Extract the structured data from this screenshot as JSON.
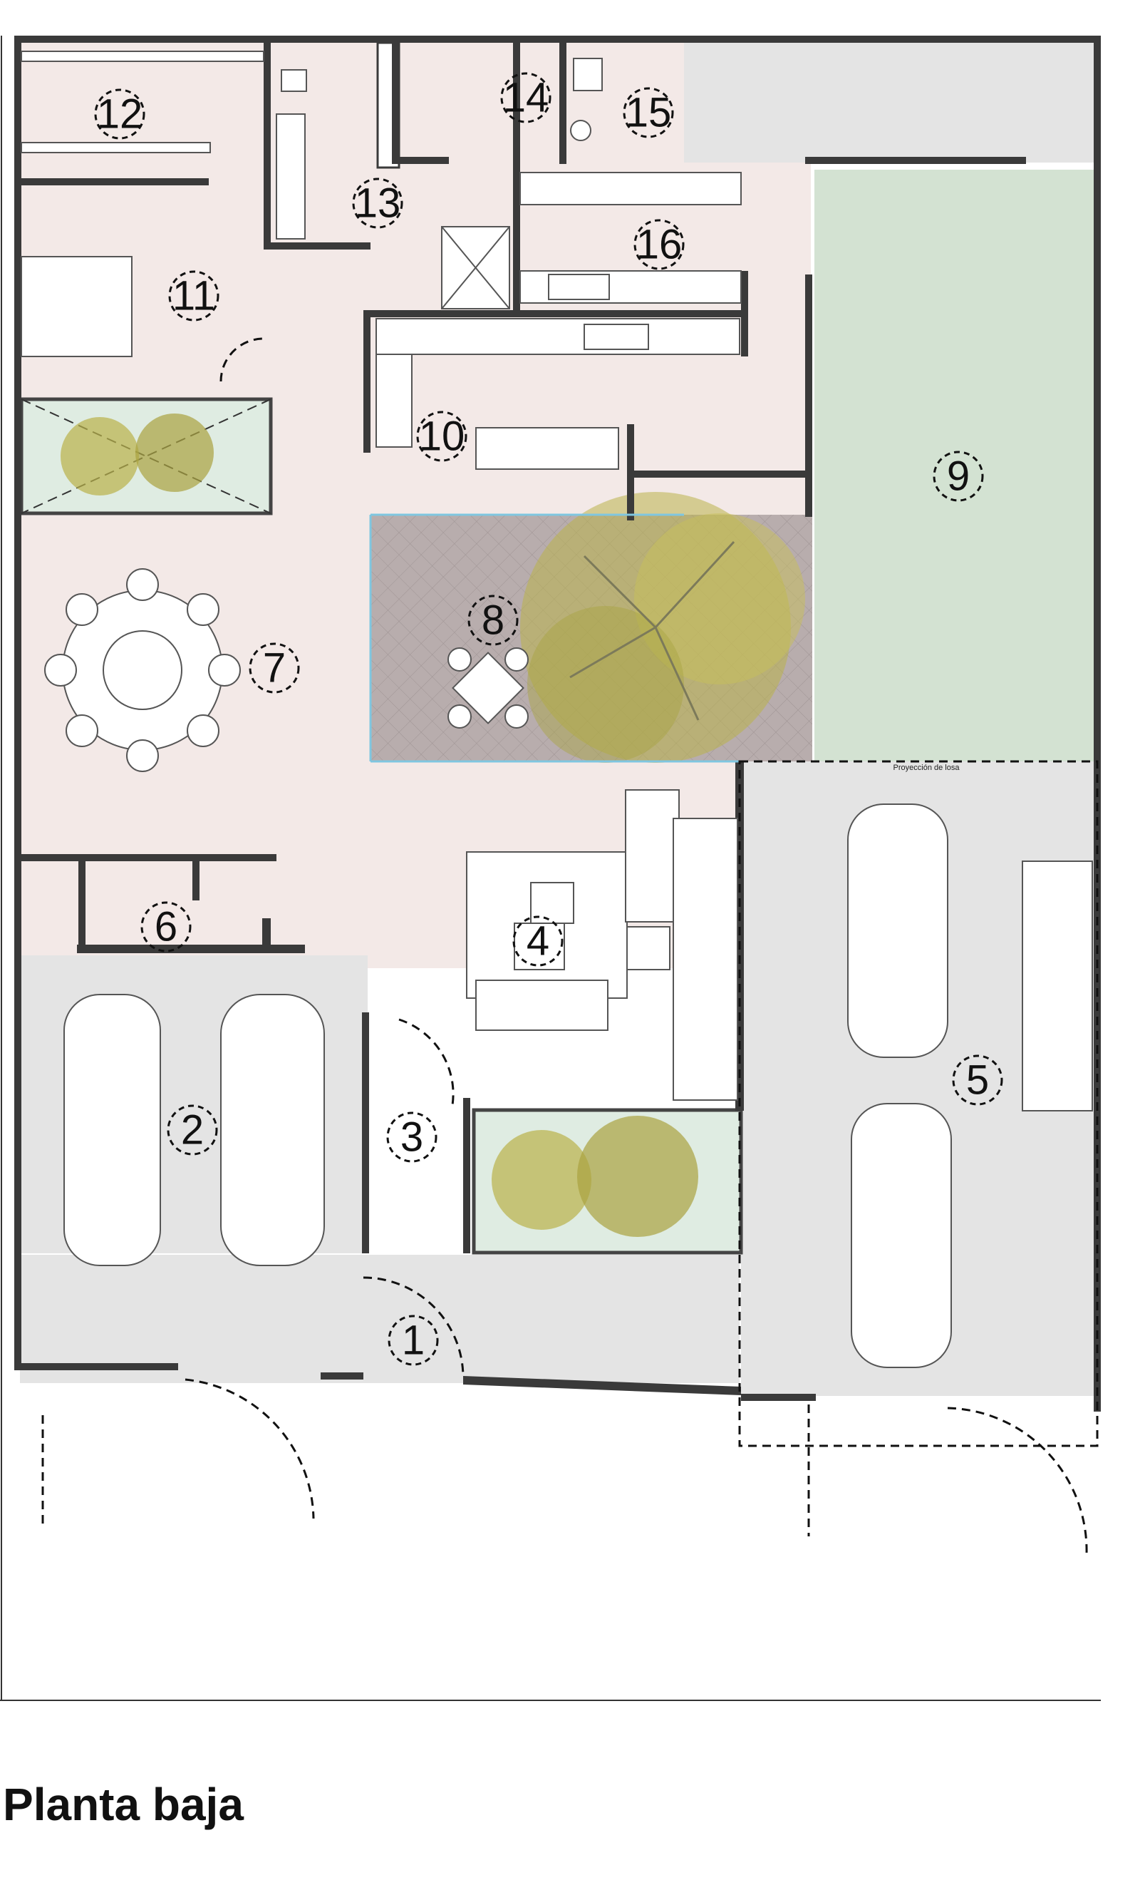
{
  "title": "Planta baja",
  "slab_note": "Proyección de losa",
  "rooms": [
    {
      "id": "1"
    },
    {
      "id": "2"
    },
    {
      "id": "3"
    },
    {
      "id": "4"
    },
    {
      "id": "5"
    },
    {
      "id": "6"
    },
    {
      "id": "7"
    },
    {
      "id": "8"
    },
    {
      "id": "9"
    },
    {
      "id": "10"
    },
    {
      "id": "11"
    },
    {
      "id": "12"
    },
    {
      "id": "13"
    },
    {
      "id": "14"
    },
    {
      "id": "15"
    },
    {
      "id": "16"
    }
  ],
  "colors": {
    "wall": "#3a3a3a",
    "interior_floor": "#f3e9e7",
    "garage_floor": "#e4e4e4",
    "garden": "#d3e2d2",
    "patio": "#b8adad",
    "planter": "#dfece2",
    "foliage": "#b9b24a"
  }
}
